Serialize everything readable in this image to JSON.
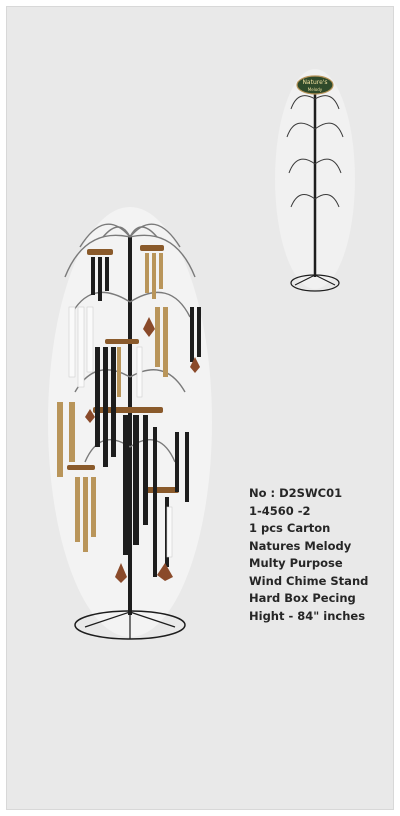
{
  "product": {
    "specs": [
      "No : D2SWC01",
      "1-4560 -2",
      "1 pcs Carton",
      "Natures Melody",
      "Multy Purpose",
      "Wind Chime Stand",
      "Hard Box Pecing",
      "Hight - 84\" inches"
    ],
    "sign_text": [
      "Nature's",
      "Melody"
    ]
  },
  "colors": {
    "background": "#e9e9e9",
    "pole": "#1d1d1d",
    "wood": "#8a5a2b",
    "brass": "#b9955a",
    "text": "#262626"
  }
}
